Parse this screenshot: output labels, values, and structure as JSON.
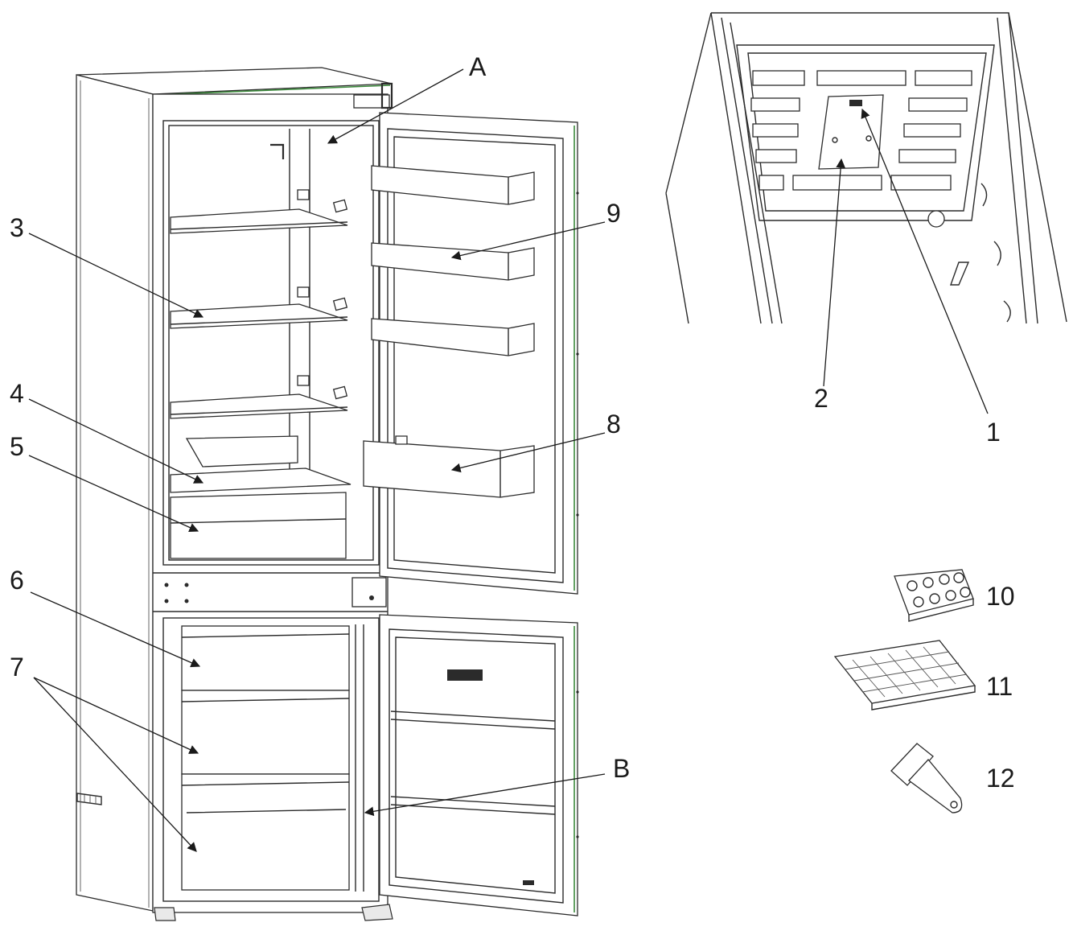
{
  "callouts": {
    "A": "A",
    "B": "B",
    "n1": "1",
    "n2": "2",
    "n3": "3",
    "n4": "4",
    "n5": "5",
    "n6": "6",
    "n7": "7",
    "n8": "8",
    "n9": "9",
    "n10": "10",
    "n11": "11",
    "n12": "12"
  }
}
